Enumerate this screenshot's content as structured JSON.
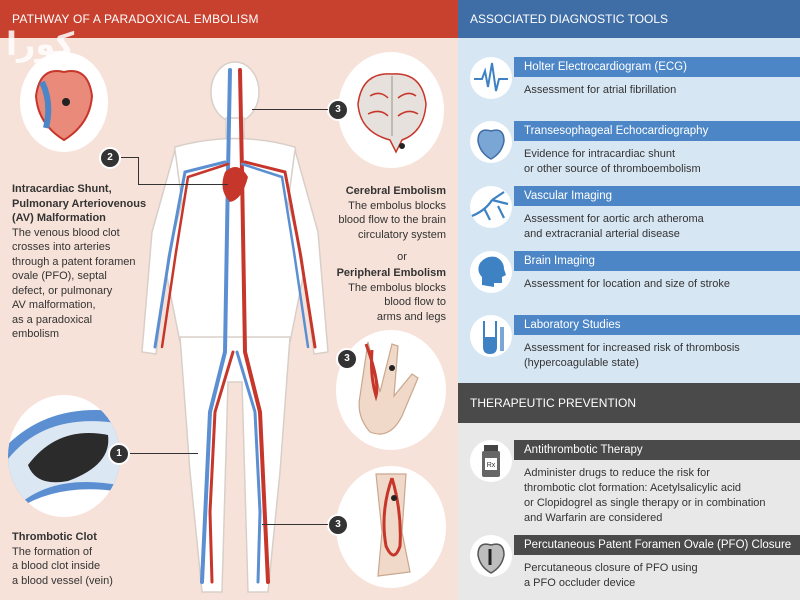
{
  "left_header": "PATHWAY OF A PARADOXICAL EMBOLISM",
  "right_header": "ASSOCIATED DIAGNOSTIC TOOLS",
  "therapy_header": "THERAPEUTIC PREVENTION",
  "watermark": "كورا",
  "markers": {
    "one": "1",
    "two": "2",
    "three": "3"
  },
  "shunt": {
    "title_lines": [
      "Intracardiac  Shunt,",
      "Pulmonary Arteriovenous",
      "(AV) Malformation"
    ],
    "body_lines": [
      "The venous blood clot",
      "crosses into arteries",
      "through a patent foramen",
      "ovale (PFO), septal",
      "defect, or pulmonary",
      "AV malformation,",
      "as a paradoxical",
      "embolism"
    ]
  },
  "thrombotic": {
    "title": "Thrombotic Clot",
    "body_lines": [
      "The formation of",
      "a blood clot inside",
      "a blood vessel (vein)"
    ]
  },
  "cerebral": {
    "title": "Cerebral Embolism",
    "body_lines": [
      "The embolus blocks",
      "blood flow to the brain",
      "circulatory system"
    ],
    "or": "or"
  },
  "peripheral": {
    "title": "Peripheral Embolism",
    "body_lines": [
      "The embolus blocks",
      "blood flow to",
      "arms and legs"
    ]
  },
  "tools": [
    {
      "label": "Holter Electrocardiogram (ECG)",
      "desc": [
        "Assessment for atrial fibrillation"
      ],
      "icon": "ecg-icon"
    },
    {
      "label": "Transesophageal Echocardiography",
      "desc": [
        "Evidence for intracardiac  shunt",
        "or other source of thromboembolism"
      ],
      "icon": "heart-icon"
    },
    {
      "label": "Vascular Imaging",
      "desc": [
        "Assessment for aortic arch atheroma",
        "and extracranial arterial disease"
      ],
      "icon": "vessels-icon"
    },
    {
      "label": "Brain Imaging",
      "desc": [
        "Assessment for location and size of stroke"
      ],
      "icon": "head-icon"
    },
    {
      "label": "Laboratory Studies",
      "desc": [
        "Assessment for increased risk of thrombosis",
        "(hypercoagulable state)"
      ],
      "icon": "test-tube-icon"
    }
  ],
  "therapies": [
    {
      "label": "Antithrombotic Therapy",
      "desc": [
        "Administer drugs to reduce the risk for",
        "thrombotic clot formation: Acetylsalicylic acid",
        "or Clopidogrel as single therapy or in combination",
        "and Warfarin are considered"
      ],
      "icon": "pill-bottle-icon",
      "icon_text": "Rx"
    },
    {
      "label": "Percutaneous Patent Foramen Ovale (PFO) Closure",
      "desc": [
        "Percutaneous closure of PFO using",
        "a PFO occluder device"
      ],
      "icon": "heart-device-icon"
    }
  ]
}
